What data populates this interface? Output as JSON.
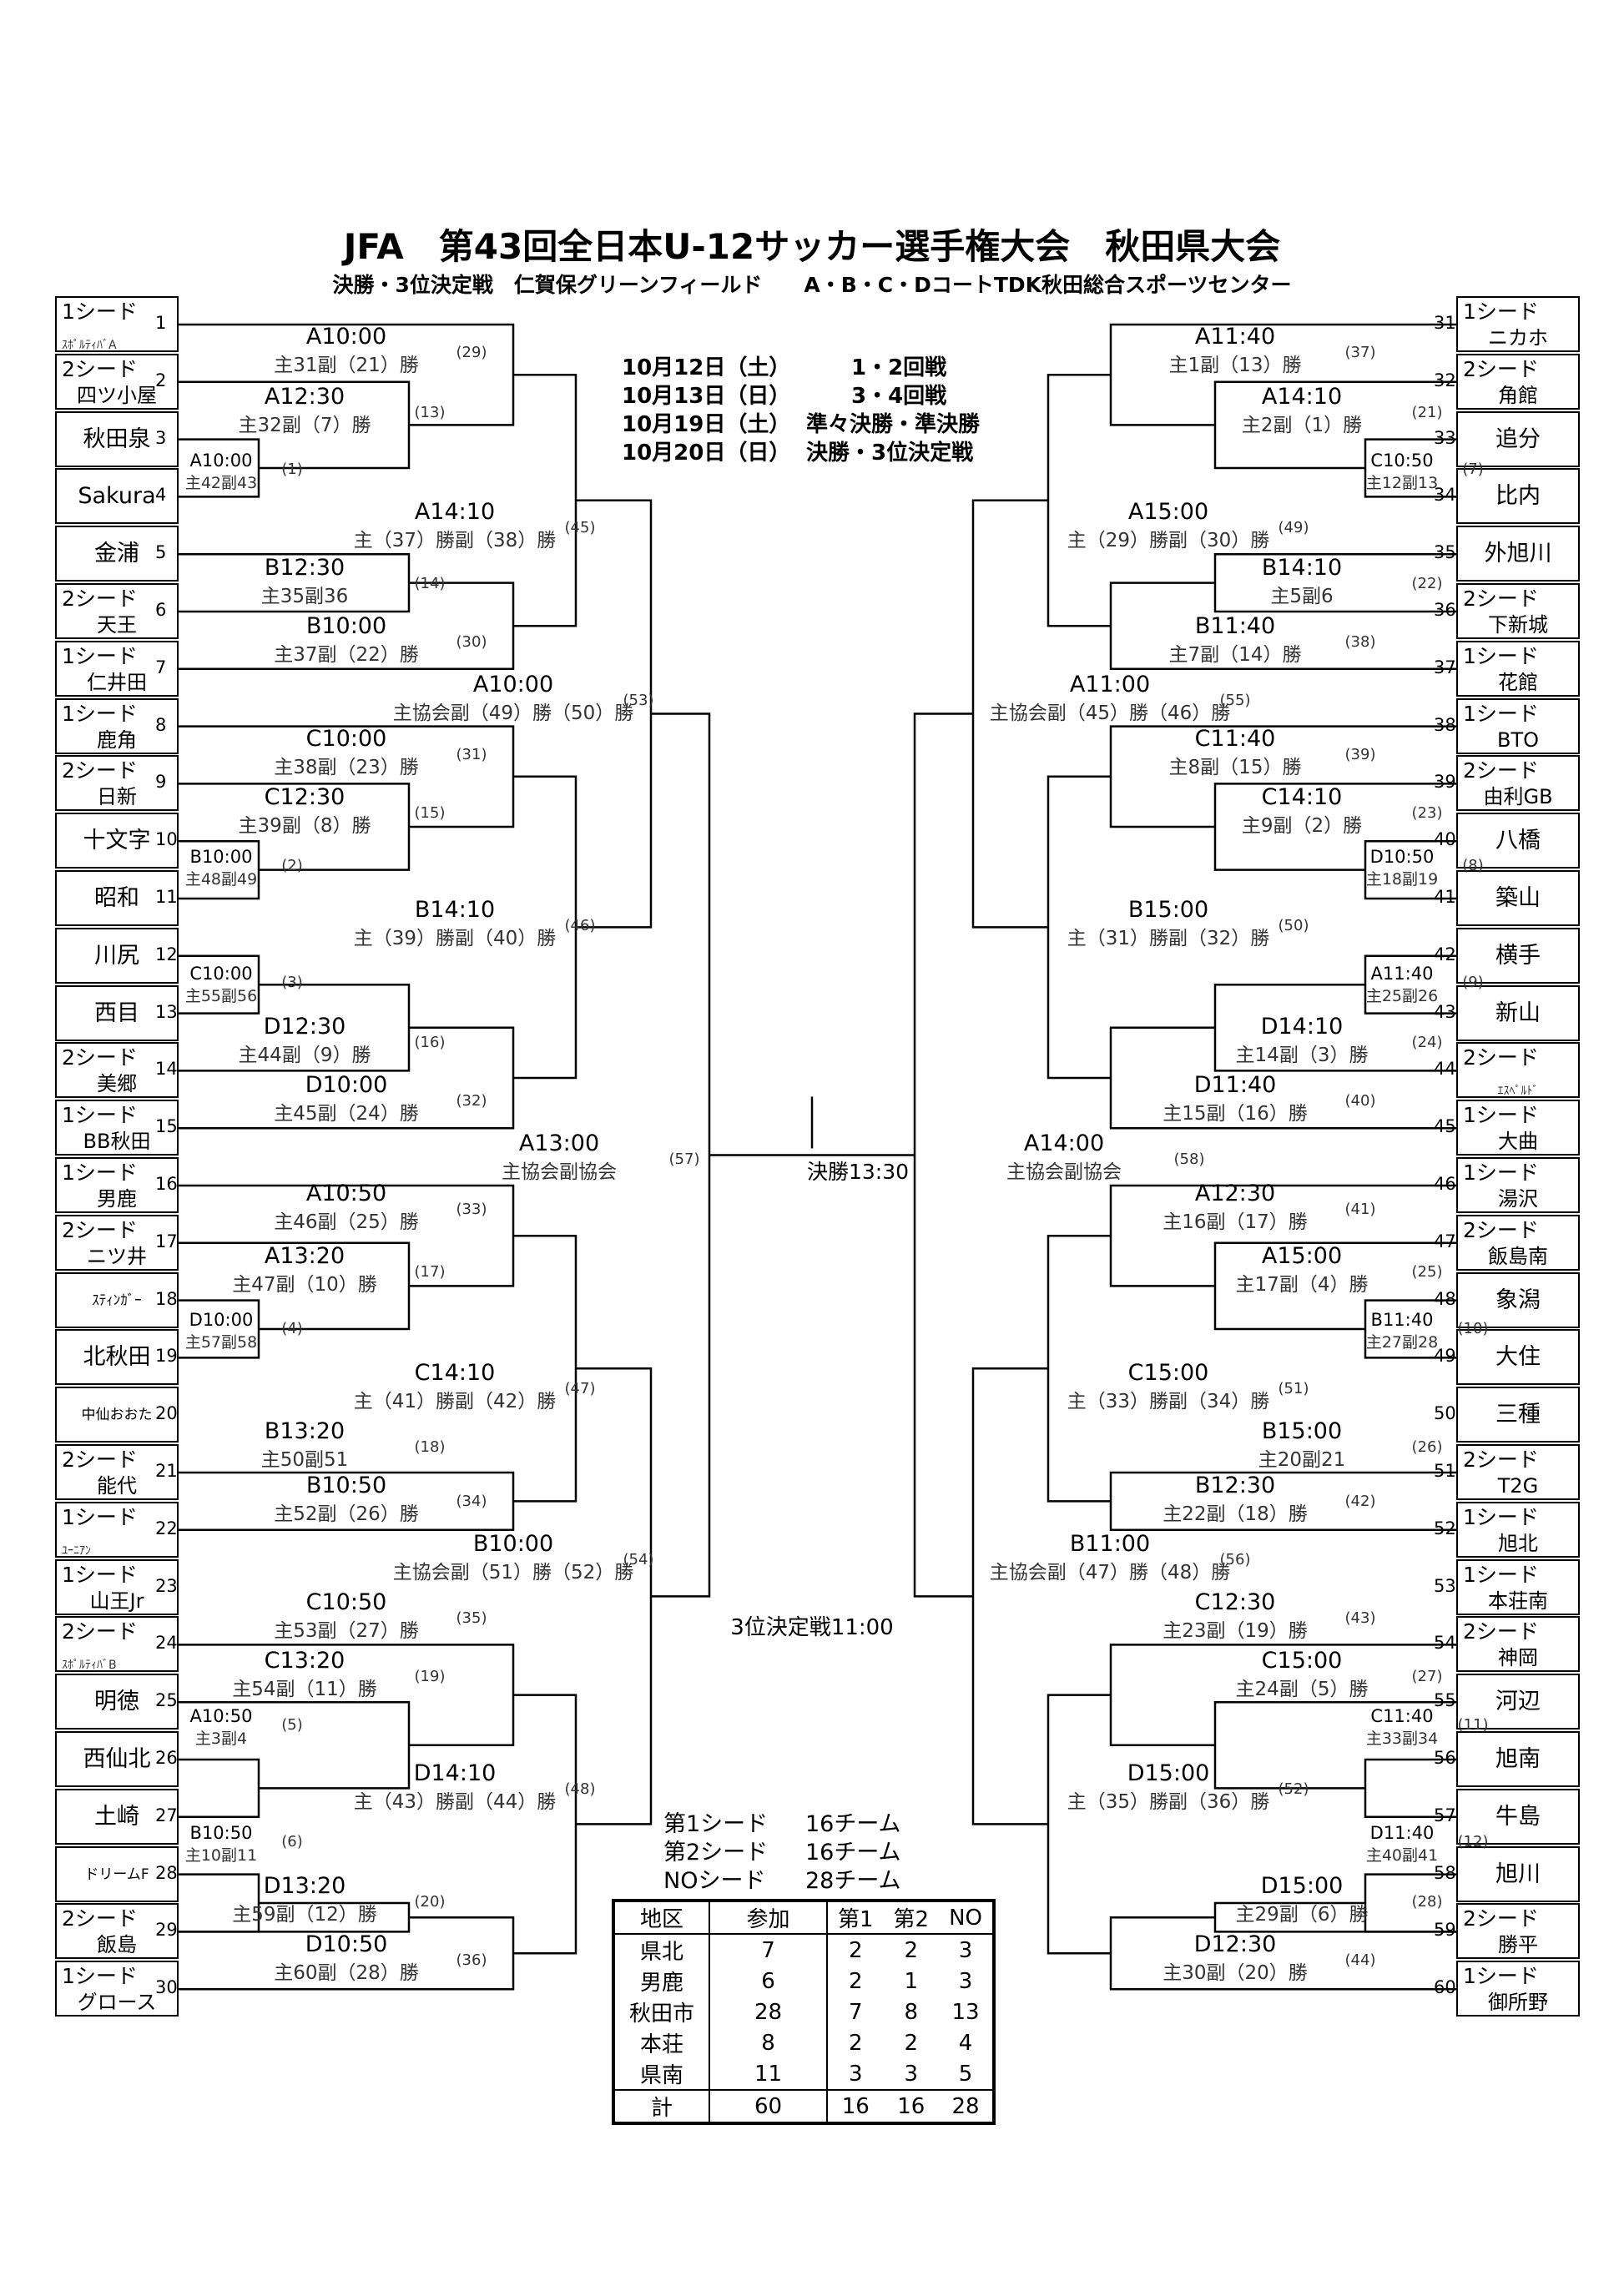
{
  "title": "JFA　第43回全日本U-12サッカー選手権大会　秋田県大会",
  "subtitle": "決勝・3位決定戦　仁賀保グリーンフィールド　　A・B・C・DコートTDK秋田総合スポーツセンター",
  "schedule": [
    {
      "date": "10月12日（土）",
      "round": "1・2回戦"
    },
    {
      "date": "10月13日（日）",
      "round": "3・4回戦"
    },
    {
      "date": "10月19日（土）",
      "round": "準々決勝・準決勝"
    },
    {
      "date": "10月20日（日）",
      "round": "決勝・3位決定戦"
    }
  ],
  "final_label": "決勝13:30",
  "third_place_label": "3位決定戦11:00",
  "teams_left": [
    {
      "no": "1",
      "seed": "1シード",
      "name": "ｽﾎﾟﾙﾃｨﾊﾞA"
    },
    {
      "no": "2",
      "seed": "2シード",
      "name": "四ツ小屋"
    },
    {
      "no": "3",
      "seed": "",
      "name": "秋田泉"
    },
    {
      "no": "4",
      "seed": "",
      "name": "Sakura"
    },
    {
      "no": "5",
      "seed": "",
      "name": "金浦"
    },
    {
      "no": "6",
      "seed": "2シード",
      "name": "天王"
    },
    {
      "no": "7",
      "seed": "1シード",
      "name": "仁井田"
    },
    {
      "no": "8",
      "seed": "1シード",
      "name": "鹿角"
    },
    {
      "no": "9",
      "seed": "2シード",
      "name": "日新"
    },
    {
      "no": "10",
      "seed": "",
      "name": "十文字"
    },
    {
      "no": "11",
      "seed": "",
      "name": "昭和"
    },
    {
      "no": "12",
      "seed": "",
      "name": "川尻"
    },
    {
      "no": "13",
      "seed": "",
      "name": "西目"
    },
    {
      "no": "14",
      "seed": "2シード",
      "name": "美郷"
    },
    {
      "no": "15",
      "seed": "1シード",
      "name": "BB秋田"
    },
    {
      "no": "16",
      "seed": "1シード",
      "name": "男鹿"
    },
    {
      "no": "17",
      "seed": "2シード",
      "name": "ニツ井"
    },
    {
      "no": "18",
      "seed": "",
      "name": "ｽﾃｨﾝｶﾞｰ"
    },
    {
      "no": "19",
      "seed": "",
      "name": "北秋田"
    },
    {
      "no": "20",
      "seed": "",
      "name": "中仙おおた"
    },
    {
      "no": "21",
      "seed": "2シード",
      "name": "能代"
    },
    {
      "no": "22",
      "seed": "1シード",
      "name": "ﾕｰﾆｱﾝ"
    },
    {
      "no": "23",
      "seed": "1シード",
      "name": "山王Jr"
    },
    {
      "no": "24",
      "seed": "2シード",
      "name": "ｽﾎﾟﾙﾃｨﾊﾞB"
    },
    {
      "no": "25",
      "seed": "",
      "name": "明徳"
    },
    {
      "no": "26",
      "seed": "",
      "name": "西仙北"
    },
    {
      "no": "27",
      "seed": "",
      "name": "土崎"
    },
    {
      "no": "28",
      "seed": "",
      "name": "ドリームF"
    },
    {
      "no": "29",
      "seed": "2シード",
      "name": "飯島"
    },
    {
      "no": "30",
      "seed": "1シード",
      "name": "グロース"
    }
  ],
  "teams_right": [
    {
      "no": "31",
      "seed": "1シード",
      "name": "ニカホ"
    },
    {
      "no": "32",
      "seed": "2シード",
      "name": "角館"
    },
    {
      "no": "33",
      "seed": "",
      "name": "追分"
    },
    {
      "no": "34",
      "seed": "",
      "name": "比内"
    },
    {
      "no": "35",
      "seed": "",
      "name": "外旭川"
    },
    {
      "no": "36",
      "seed": "2シード",
      "name": "下新城"
    },
    {
      "no": "37",
      "seed": "1シード",
      "name": "花館"
    },
    {
      "no": "38",
      "seed": "1シード",
      "name": "BTO"
    },
    {
      "no": "39",
      "seed": "2シード",
      "name": "由利GB"
    },
    {
      "no": "40",
      "seed": "",
      "name": "八橋"
    },
    {
      "no": "41",
      "seed": "",
      "name": "築山"
    },
    {
      "no": "42",
      "seed": "",
      "name": "横手"
    },
    {
      "no": "43",
      "seed": "",
      "name": "新山"
    },
    {
      "no": "44",
      "seed": "2シード",
      "name": "ｴｽﾍﾟﾙﾄﾞ"
    },
    {
      "no": "45",
      "seed": "1シード",
      "name": "大曲"
    },
    {
      "no": "46",
      "seed": "1シード",
      "name": "湯沢"
    },
    {
      "no": "47",
      "seed": "2シード",
      "name": "飯島南"
    },
    {
      "no": "48",
      "seed": "",
      "name": "象潟"
    },
    {
      "no": "49",
      "seed": "",
      "name": "大住"
    },
    {
      "no": "50",
      "seed": "",
      "name": "三種"
    },
    {
      "no": "51",
      "seed": "2シード",
      "name": "T2G"
    },
    {
      "no": "52",
      "seed": "1シード",
      "name": "旭北"
    },
    {
      "no": "53",
      "seed": "1シード",
      "name": "本荘南"
    },
    {
      "no": "54",
      "seed": "2シード",
      "name": "神岡"
    },
    {
      "no": "55",
      "seed": "",
      "name": "河辺"
    },
    {
      "no": "56",
      "seed": "",
      "name": "旭南"
    },
    {
      "no": "57",
      "seed": "",
      "name": "牛島"
    },
    {
      "no": "58",
      "seed": "",
      "name": "旭川"
    },
    {
      "no": "59",
      "seed": "2シード",
      "name": "勝平"
    },
    {
      "no": "60",
      "seed": "1シード",
      "name": "御所野"
    }
  ],
  "bracket_left": {
    "g1": {
      "num": "(1)",
      "time": "A10:00",
      "ref": "主42副43"
    },
    "g13": {
      "num": "(13)",
      "time": "A12:30",
      "ref": "主32副（7）勝"
    },
    "g29": {
      "num": "(29)",
      "time": "A10:00",
      "ref": "主31副（21）勝"
    },
    "g14": {
      "num": "(14)",
      "time": "B12:30",
      "ref": "主35副36"
    },
    "g30": {
      "num": "(30)",
      "time": "B10:00",
      "ref": "主37副（22）勝"
    },
    "g45": {
      "num": "(45)",
      "time": "A14:10",
      "ref": "主（37）勝副（38）勝"
    },
    "g2": {
      "num": "(2)",
      "time": "B10:00",
      "ref": "主48副49"
    },
    "g15": {
      "num": "(15)",
      "time": "C12:30",
      "ref": "主39副（8）勝"
    },
    "g31": {
      "num": "(31)",
      "time": "C10:00",
      "ref": "主38副（23）勝"
    },
    "g3": {
      "num": "(3)",
      "time": "C10:00",
      "ref": "主55副56"
    },
    "g16": {
      "num": "(16)",
      "time": "D12:30",
      "ref": "主44副（9）勝"
    },
    "g32": {
      "num": "(32)",
      "time": "D10:00",
      "ref": "主45副（24）勝"
    },
    "g46": {
      "num": "(46)",
      "time": "B14:10",
      "ref": "主（39）勝副（40）勝"
    },
    "g53": {
      "num": "(53)",
      "time": "A10:00",
      "ref": "主協会副（49）勝（50）勝"
    },
    "g33": {
      "num": "(33)",
      "time": "A10:50",
      "ref": "主46副（25）勝"
    },
    "g17": {
      "num": "(17)",
      "time": "A13:20",
      "ref": "主47副（10）勝"
    },
    "g4": {
      "num": "(4)",
      "time": "D10:00",
      "ref": "主57副58"
    },
    "g18": {
      "num": "(18)",
      "time": "B13:20",
      "ref": "主50副51"
    },
    "g34": {
      "num": "(34)",
      "time": "B10:50",
      "ref": "主52副（26）勝"
    },
    "g47": {
      "num": "(47)",
      "time": "C14:10",
      "ref": "主（41）勝副（42）勝"
    },
    "g35": {
      "num": "(35)",
      "time": "C10:50",
      "ref": "主53副（27）勝"
    },
    "g19": {
      "num": "(19)",
      "time": "C13:20",
      "ref": "主54副（11）勝"
    },
    "g5": {
      "num": "(5)",
      "time": "A10:50",
      "ref": "主3副4"
    },
    "g6": {
      "num": "(6)",
      "time": "B10:50",
      "ref": "主10副11"
    },
    "g20": {
      "num": "(20)",
      "time": "D13:20",
      "ref": "主59副（12）勝"
    },
    "g36": {
      "num": "(36)",
      "time": "D10:50",
      "ref": "主60副（28）勝"
    },
    "g48": {
      "num": "(48)",
      "time": "D14:10",
      "ref": "主（43）勝副（44）勝"
    },
    "g54": {
      "num": "(54)",
      "time": "B10:00",
      "ref": "主協会副（51）勝（52）勝"
    },
    "g57": {
      "num": "(57)",
      "time": "A13:00",
      "ref": "主協会副協会"
    }
  },
  "bracket_right": {
    "g37": {
      "num": "(37)",
      "time": "A11:40",
      "ref": "主1副（13）勝"
    },
    "g21": {
      "num": "(21)",
      "time": "A14:10",
      "ref": "主2副（1）勝"
    },
    "g7": {
      "num": "(7)",
      "time": "C10:50",
      "ref": "主12副13"
    },
    "g49": {
      "num": "(49)",
      "time": "A15:00",
      "ref": "主（29）勝副（30）勝"
    },
    "g22": {
      "num": "(22)",
      "time": "B14:10",
      "ref": "主5副6"
    },
    "g38": {
      "num": "(38)",
      "time": "B11:40",
      "ref": "主7副（14）勝"
    },
    "g55": {
      "num": "(55)",
      "time": "A11:00",
      "ref": "主協会副（45）勝（46）勝"
    },
    "g39": {
      "num": "(39)",
      "time": "C11:40",
      "ref": "主8副（15）勝"
    },
    "g23": {
      "num": "(23)",
      "time": "C14:10",
      "ref": "主9副（2）勝"
    },
    "g8": {
      "num": "(8)",
      "time": "D10:50",
      "ref": "主18副19"
    },
    "g50": {
      "num": "(50)",
      "time": "B15:00",
      "ref": "主（31）勝副（32）勝"
    },
    "g9": {
      "num": "(9)",
      "time": "A11:40",
      "ref": "主25副26"
    },
    "g24": {
      "num": "(24)",
      "time": "D14:10",
      "ref": "主14副（3）勝"
    },
    "g40": {
      "num": "(40)",
      "time": "D11:40",
      "ref": "主15副（16）勝"
    },
    "g58": {
      "num": "(58)",
      "time": "A14:00",
      "ref": "主協会副協会"
    },
    "g41": {
      "num": "(41)",
      "time": "A12:30",
      "ref": "主16副（17）勝"
    },
    "g25": {
      "num": "(25)",
      "time": "A15:00",
      "ref": "主17副（4）勝"
    },
    "g10": {
      "num": "(10)",
      "time": "B11:40",
      "ref": "主27副28"
    },
    "g51": {
      "num": "(51)",
      "time": "C15:00",
      "ref": "主（33）勝副（34）勝"
    },
    "g26": {
      "num": "(26)",
      "time": "B15:00",
      "ref": "主20副21"
    },
    "g42": {
      "num": "(42)",
      "time": "B12:30",
      "ref": "主22副（18）勝"
    },
    "g56": {
      "num": "(56)",
      "time": "B11:00",
      "ref": "主協会副（47）勝（48）勝"
    },
    "g43": {
      "num": "(43)",
      "time": "C12:30",
      "ref": "主23副（19）勝"
    },
    "g27": {
      "num": "(27)",
      "time": "C15:00",
      "ref": "主24副（5）勝"
    },
    "g11": {
      "num": "(11)",
      "time": "C11:40",
      "ref": "主33副34"
    },
    "g52": {
      "num": "(52)",
      "time": "D15:00",
      "ref": "主（35）勝副（36）勝"
    },
    "g12": {
      "num": "(12)",
      "time": "D11:40",
      "ref": "主40副41"
    },
    "g28": {
      "num": "(28)",
      "time": "D15:00",
      "ref": "主29副（6）勝"
    },
    "g44": {
      "num": "(44)",
      "time": "D12:30",
      "ref": "主30副（20）勝"
    }
  },
  "seed_info": [
    {
      "label": "第1シード",
      "value": "16チーム"
    },
    {
      "label": "第2シード",
      "value": "16チーム"
    },
    {
      "label": "NOシード",
      "value": "28チーム"
    }
  ],
  "stats_table": {
    "headers": [
      "地区",
      "参加",
      "第1",
      "第2",
      "NO"
    ],
    "rows": [
      [
        "県北",
        "7",
        "2",
        "2",
        "3"
      ],
      [
        "男鹿",
        "6",
        "2",
        "1",
        "3"
      ],
      [
        "秋田市",
        "28",
        "7",
        "8",
        "13"
      ],
      [
        "本荘",
        "8",
        "2",
        "2",
        "4"
      ],
      [
        "県南",
        "11",
        "3",
        "3",
        "5"
      ]
    ],
    "total": [
      "計",
      "60",
      "16",
      "16",
      "28"
    ]
  }
}
